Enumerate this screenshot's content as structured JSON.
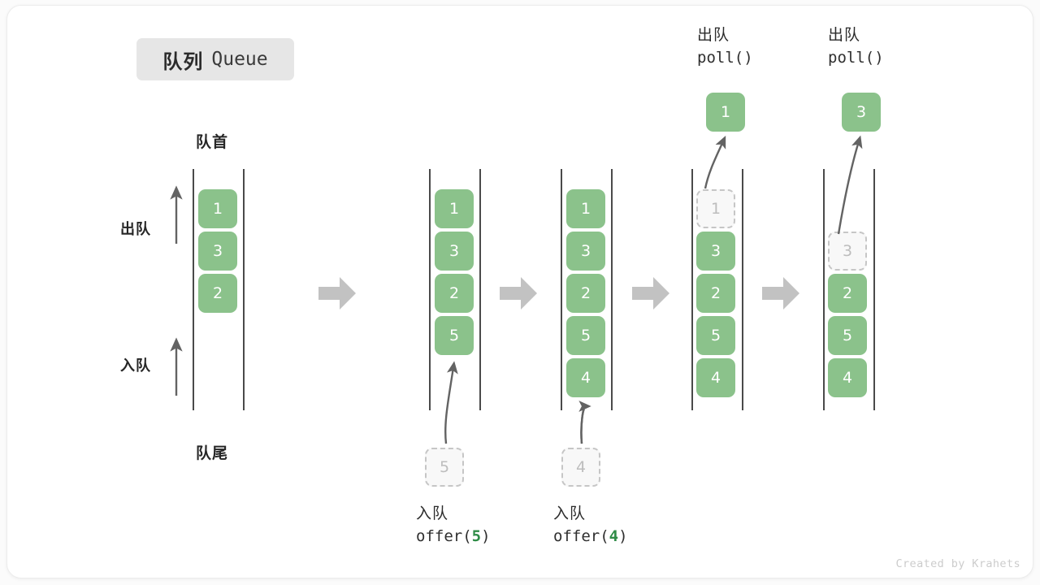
{
  "title": {
    "cn": "队列",
    "en": "Queue"
  },
  "labels": {
    "front": "队首",
    "rear": "队尾",
    "dequeue": "出队",
    "enqueue": "入队"
  },
  "watermark": "Created by Krahets",
  "colors": {
    "element_green": "#8bc28b",
    "ghost_fill": "#f8f8f8",
    "ghost_border": "#c6c6c6",
    "rail": "#4a4a4a",
    "arrow_gray": "#c2c2c2",
    "curved_arrow": "#636363",
    "badge_bg": "#e6e6e6",
    "code_arg": "#2f8c47",
    "watermark": "#cccccc"
  },
  "stages": [
    {
      "id": "initial",
      "items": [
        {
          "value": "1",
          "state": "filled"
        },
        {
          "value": "3",
          "state": "filled"
        },
        {
          "value": "2",
          "state": "filled"
        }
      ],
      "caption_cn": "",
      "caption_code": "",
      "caption_arg": "",
      "incoming": null,
      "outgoing": null
    },
    {
      "id": "after-offer-5",
      "items": [
        {
          "value": "1",
          "state": "filled"
        },
        {
          "value": "3",
          "state": "filled"
        },
        {
          "value": "2",
          "state": "filled"
        },
        {
          "value": "5",
          "state": "filled"
        }
      ],
      "caption_cn": "入队",
      "caption_code_prefix": "offer(",
      "caption_arg": "5",
      "caption_code_suffix": ")",
      "incoming": {
        "value": "5",
        "state": "ghost"
      },
      "outgoing": null
    },
    {
      "id": "after-offer-4",
      "items": [
        {
          "value": "1",
          "state": "filled"
        },
        {
          "value": "3",
          "state": "filled"
        },
        {
          "value": "2",
          "state": "filled"
        },
        {
          "value": "5",
          "state": "filled"
        },
        {
          "value": "4",
          "state": "filled"
        }
      ],
      "caption_cn": "入队",
      "caption_code_prefix": "offer(",
      "caption_arg": "4",
      "caption_code_suffix": ")",
      "incoming": {
        "value": "4",
        "state": "ghost"
      },
      "outgoing": null
    },
    {
      "id": "after-poll-1",
      "items": [
        {
          "value": "1",
          "state": "ghost"
        },
        {
          "value": "3",
          "state": "filled"
        },
        {
          "value": "2",
          "state": "filled"
        },
        {
          "value": "5",
          "state": "filled"
        },
        {
          "value": "4",
          "state": "filled"
        }
      ],
      "top_cn": "出队",
      "top_code": "poll()",
      "outgoing": {
        "value": "1",
        "state": "filled"
      }
    },
    {
      "id": "after-poll-3",
      "items": [
        {
          "value": "3",
          "state": "ghost"
        },
        {
          "value": "2",
          "state": "filled"
        },
        {
          "value": "5",
          "state": "filled"
        },
        {
          "value": "4",
          "state": "filled"
        }
      ],
      "top_cn": "出队",
      "top_code": "poll()",
      "outgoing": {
        "value": "3",
        "state": "filled"
      }
    }
  ]
}
